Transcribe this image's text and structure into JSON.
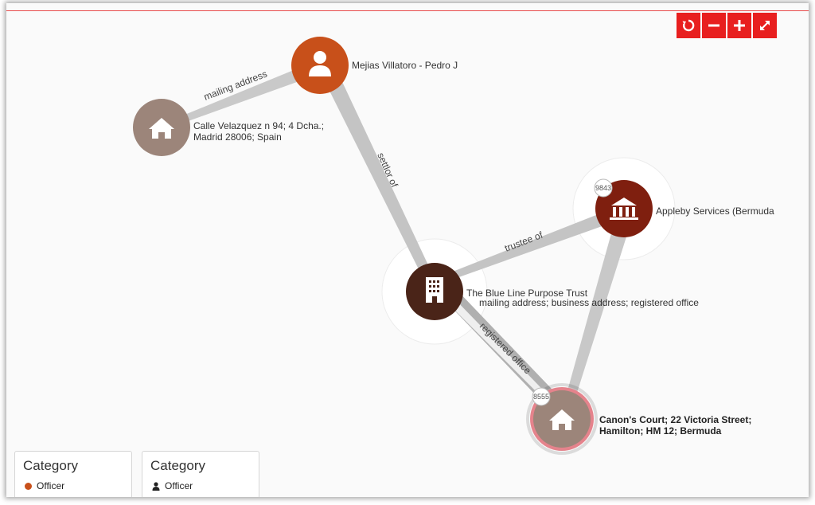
{
  "toolbar": {
    "buttons": [
      {
        "name": "reset-icon"
      },
      {
        "name": "minus-icon"
      },
      {
        "name": "plus-icon"
      },
      {
        "name": "expand-icon"
      }
    ]
  },
  "graph": {
    "nodes": {
      "officer": {
        "label": "Mejias Villatoro - Pedro J",
        "color": "#c8501a",
        "icon": "person-icon"
      },
      "address_madrid": {
        "label_line1": "Calle Velazquez n 94; 4 Dcha.;",
        "label_line2": "Madrid  28006; Spain",
        "color": "#9c857a",
        "icon": "house-icon"
      },
      "entity": {
        "label": "The Blue Line Purpose Trust",
        "sublabel": "mailing address; business address; registered office",
        "color": "#4a2418",
        "icon": "building-icon"
      },
      "intermediary": {
        "label": "Appleby Services (Bermuda",
        "badge": "9843",
        "color": "#7f1f0f",
        "icon": "bank-icon"
      },
      "address_bermuda": {
        "label_line1": "Canon's Court; 22 Victoria Street;",
        "label_line2": "Hamilton; HM 12; Bermuda",
        "badge": "8555",
        "color": "#9c857a",
        "icon": "house-icon"
      }
    },
    "edges": {
      "mailing": "mailing address",
      "settlor": "settlor of",
      "trustee": "trustee of",
      "registered": "registered office"
    }
  },
  "legends": [
    {
      "title": "Category",
      "item": "Officer",
      "marker": "dot",
      "color": "#c8501a"
    },
    {
      "title": "Category",
      "item": "Officer",
      "marker": "person-icon"
    }
  ]
}
